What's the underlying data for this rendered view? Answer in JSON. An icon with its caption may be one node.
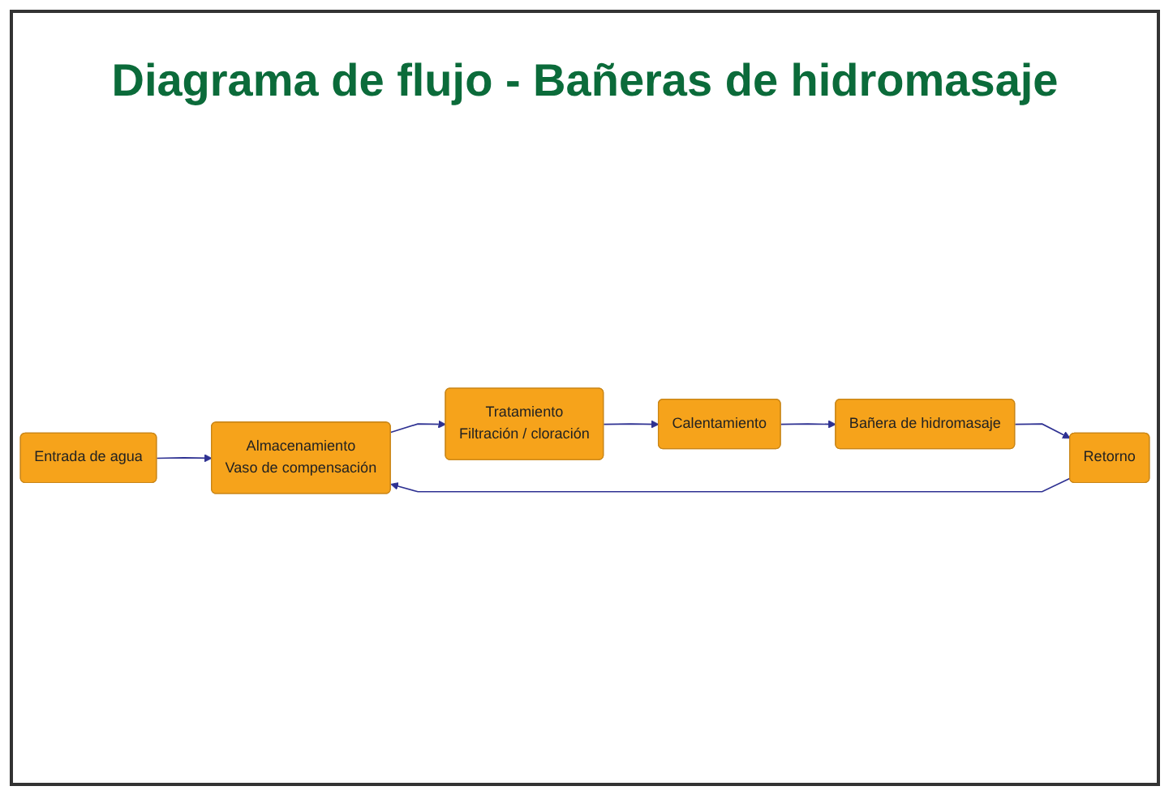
{
  "diagram": {
    "title": "Diagrama de flujo - Bañeras de hidromasaje",
    "nodes": [
      {
        "text": [
          "Entrada de agua"
        ]
      },
      {
        "text": [
          "Almacenamiento",
          "Vaso de compensación"
        ]
      },
      {
        "text": [
          "Tratamiento",
          "Filtración / cloración"
        ]
      },
      {
        "text": [
          "Calentamiento"
        ]
      },
      {
        "text": [
          "Bañera de hidromasaje"
        ]
      },
      {
        "text": [
          "Retorno"
        ]
      }
    ],
    "edges": [
      {
        "from": 0,
        "to": 1,
        "arrow": "to"
      },
      {
        "from": 1,
        "to": 2,
        "arrow": "to"
      },
      {
        "from": 2,
        "to": 3,
        "arrow": "to"
      },
      {
        "from": 3,
        "to": 4,
        "arrow": "to"
      },
      {
        "from": 4,
        "to": 5,
        "arrow": "to"
      },
      {
        "from": 5,
        "to": 1,
        "arrow": "to"
      }
    ]
  }
}
